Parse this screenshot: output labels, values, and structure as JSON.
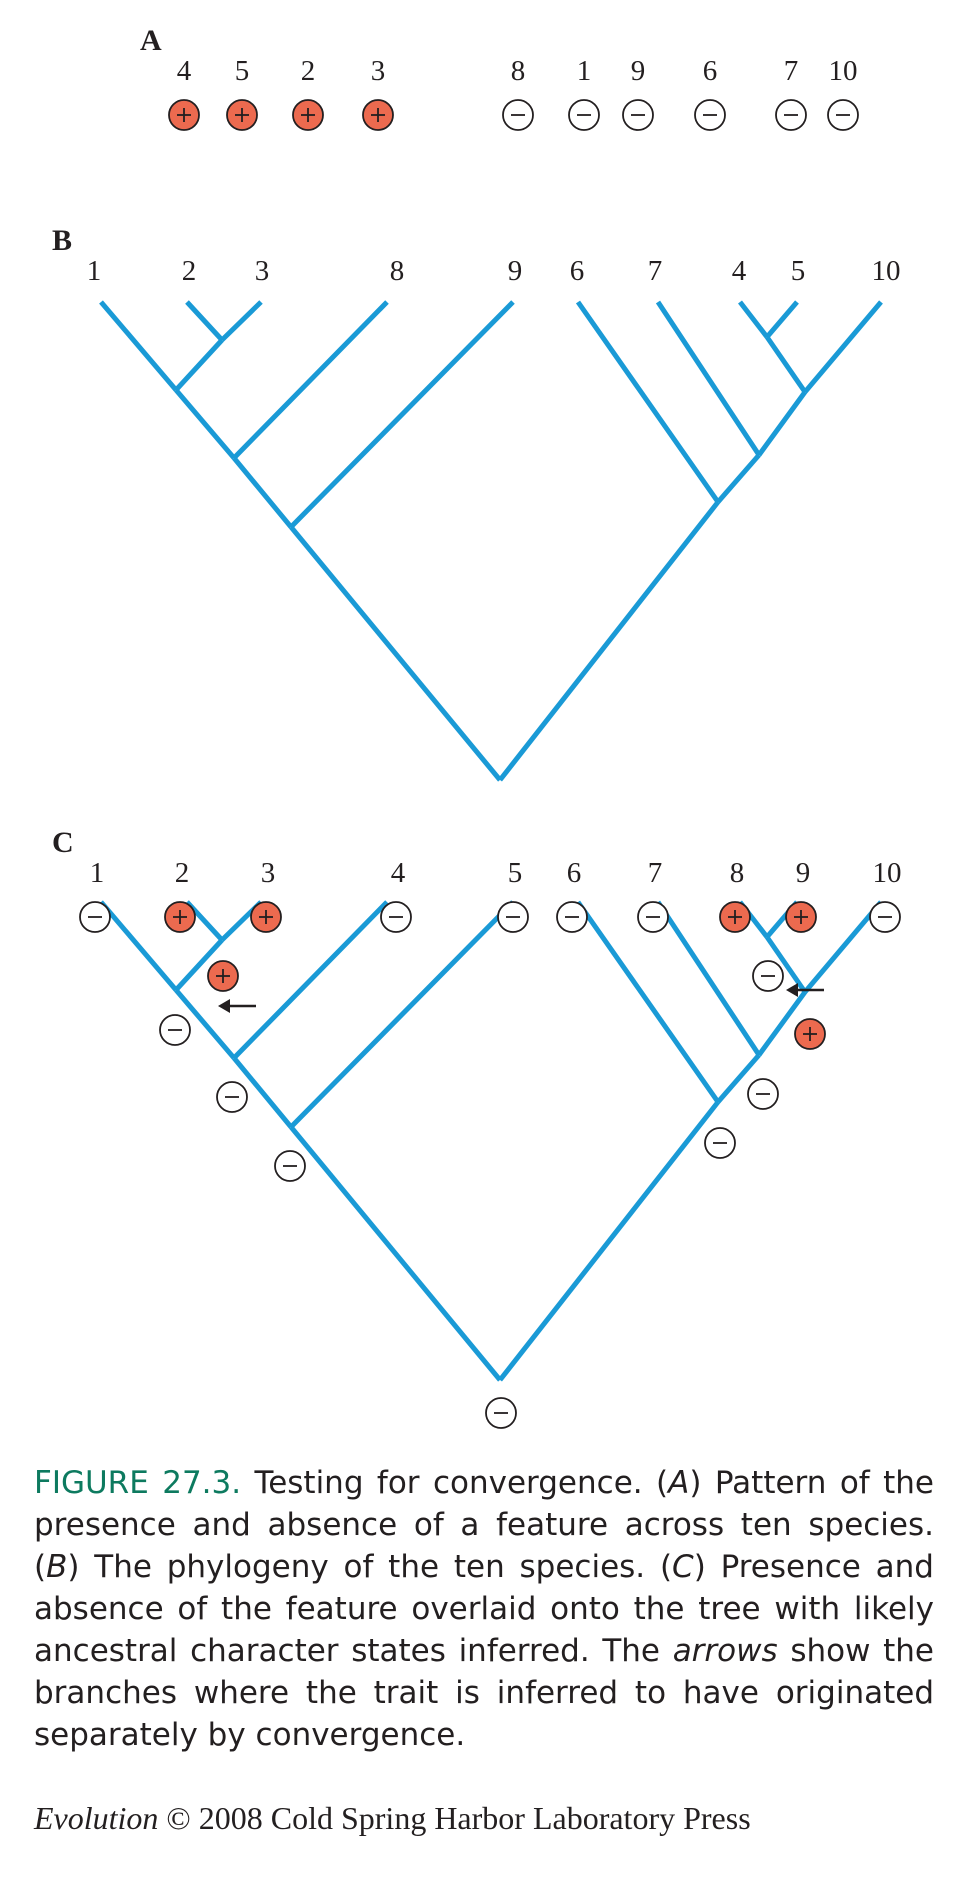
{
  "colors": {
    "branch": "#1a9ad6",
    "present_fill": "#ec6a4f",
    "absent_fill": "#ffffff",
    "outline": "#231f20",
    "figure_label": "#0d7a5f"
  },
  "panel_a": {
    "letter": "A",
    "species": [
      {
        "label": "4",
        "state": "+"
      },
      {
        "label": "5",
        "state": "+"
      },
      {
        "label": "2",
        "state": "+"
      },
      {
        "label": "3",
        "state": "+"
      },
      {
        "label": "8",
        "state": "-"
      },
      {
        "label": "1",
        "state": "-"
      },
      {
        "label": "9",
        "state": "-"
      },
      {
        "label": "6",
        "state": "-"
      },
      {
        "label": "7",
        "state": "-"
      },
      {
        "label": "10",
        "state": "-"
      }
    ]
  },
  "panel_b": {
    "letter": "B",
    "tips": [
      "1",
      "2",
      "3",
      "8",
      "9",
      "6",
      "7",
      "4",
      "5",
      "10"
    ]
  },
  "panel_c": {
    "letter": "C",
    "tips": [
      {
        "label": "1",
        "state": "-"
      },
      {
        "label": "2",
        "state": "+"
      },
      {
        "label": "3",
        "state": "+"
      },
      {
        "label": "4",
        "state": "-"
      },
      {
        "label": "5",
        "state": "-"
      },
      {
        "label": "6",
        "state": "-"
      },
      {
        "label": "7",
        "state": "-"
      },
      {
        "label": "8",
        "state": "+"
      },
      {
        "label": "9",
        "state": "+"
      },
      {
        "label": "10",
        "state": "-"
      }
    ],
    "ancestral_states": [
      "+",
      "-",
      "-",
      "-",
      "-",
      "+",
      "-",
      "-",
      "-"
    ],
    "arrows": 2
  },
  "caption": {
    "label": "FIGURE 27.3.",
    "text_1": " Testing for convergence. (",
    "a": "A",
    "text_2": ") Pattern of the presence and absence of a feature across ten species. (",
    "b": "B",
    "text_3": ") The phylogeny of the ten species. (",
    "c": "C",
    "text_4": ") Presence and absence of the feature overlaid onto the tree with likely ancestral character states inferred. The ",
    "arrows_word": "arrows",
    "text_5": " show the branches where the trait is inferred to have originated separately by convergence."
  },
  "credit": {
    "title": "Evolution",
    "rest": " © 2008 Cold Spring Harbor Laboratory Press"
  }
}
